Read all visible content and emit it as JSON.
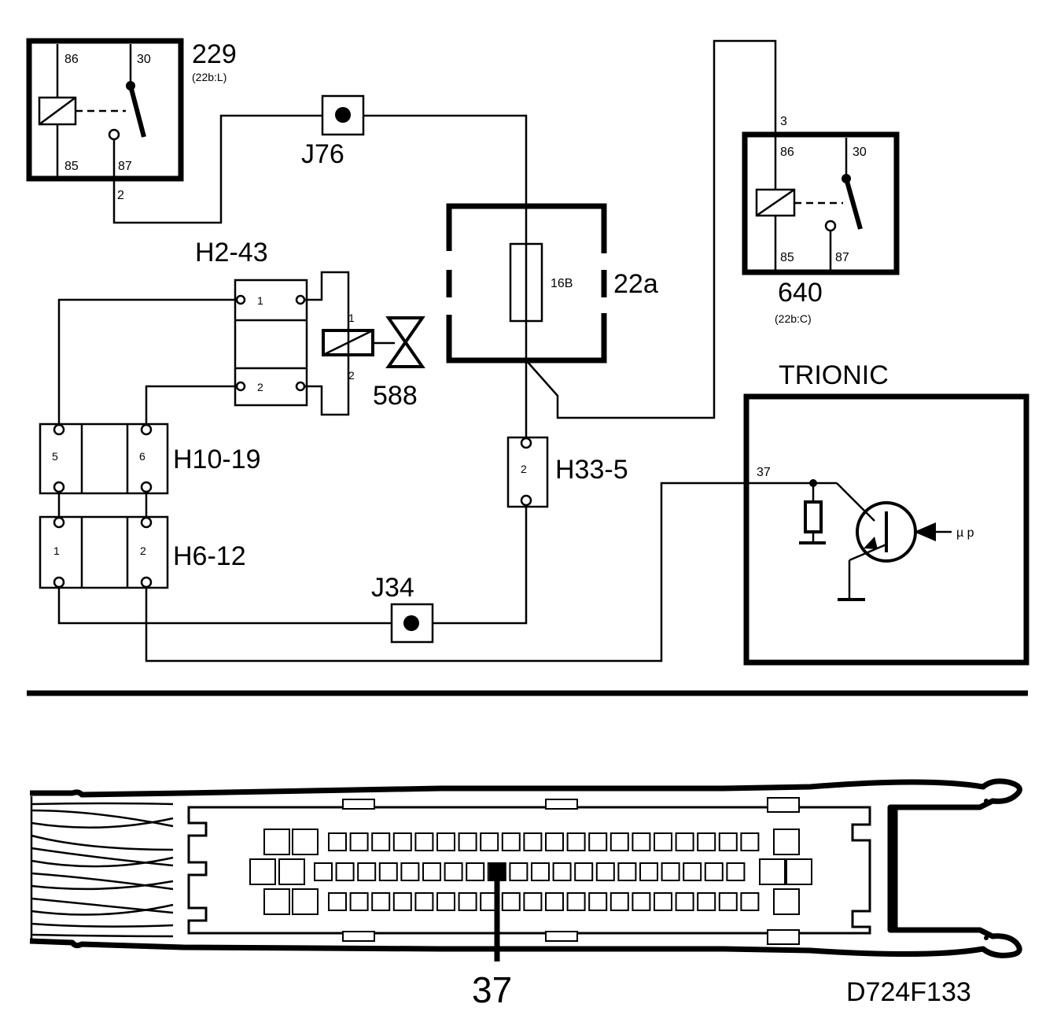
{
  "relay_229": {
    "id": "229",
    "ref": "(22b:L)",
    "pins": {
      "p86": "86",
      "p30": "30",
      "p85": "85",
      "p87": "87"
    },
    "wire_pin": "2"
  },
  "relay_640": {
    "id": "640",
    "ref": "(22b:C)",
    "pins": {
      "p86": "86",
      "p30": "30",
      "p85": "85",
      "p87": "87"
    },
    "wire_pin": "3"
  },
  "junctions": {
    "j76": "J76",
    "j34": "J34"
  },
  "fuse": {
    "box": "22a",
    "fuse": "16B"
  },
  "connectors": {
    "h2_43": {
      "name": "H2-43",
      "pin_a": "1",
      "pin_b": "2"
    },
    "h10_19": {
      "name": "H10-19",
      "pin_a": "5",
      "pin_b": "6"
    },
    "h6_12": {
      "name": "H6-12",
      "pin_a": "1",
      "pin_b": "2"
    },
    "h33_5": {
      "name": "H33-5",
      "pin": "2"
    }
  },
  "valve_588": {
    "id": "588",
    "pin_top": "1",
    "pin_bottom": "2"
  },
  "trionic": {
    "title": "TRIONIC",
    "pin": "37",
    "mu_p": "µ p"
  },
  "ecu_connector": {
    "pin_callout": "37"
  },
  "figure_code": "D724F133"
}
